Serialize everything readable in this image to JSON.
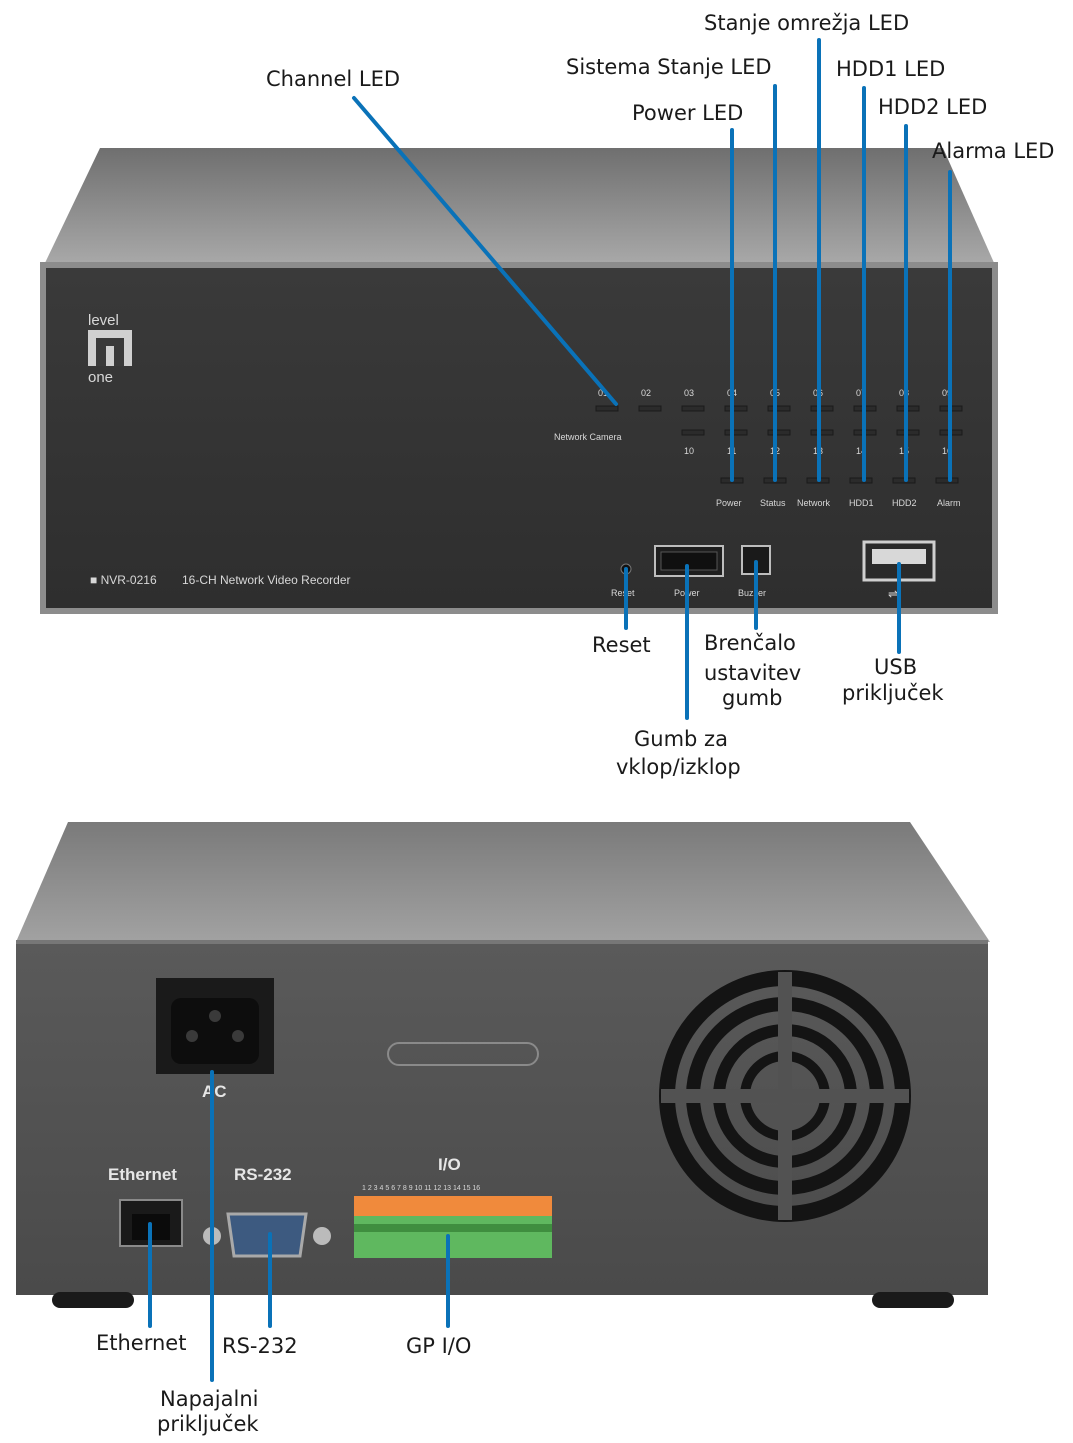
{
  "front": {
    "logo": {
      "top": "level",
      "bottom": "one"
    },
    "model": "NVR-0216",
    "model_desc": "16-CH Network Video Recorder",
    "network_camera_label": "Network Camera",
    "channels_top": [
      "01",
      "02",
      "03",
      "04",
      "05",
      "06",
      "07",
      "08",
      "09"
    ],
    "channels_bottom": [
      "10",
      "11",
      "12",
      "13",
      "14",
      "15",
      "16"
    ],
    "status_leds": [
      "Power",
      "Status",
      "Network",
      "HDD1",
      "HDD2",
      "Alarm"
    ],
    "buttons": {
      "reset": "Reset",
      "power": "Power",
      "buzzer": "Buzzer"
    },
    "usb_symbol": "⇌"
  },
  "rear": {
    "ac_label": "AC",
    "ethernet_label": "Ethernet",
    "rs232_label": "RS-232",
    "io_label": "I/O",
    "io_pins": "1 2 3 4 5 6 7 8 9 10 11 12 13 14 15 16"
  },
  "callouts": {
    "channel_led": "Channel LED",
    "power_led": "Power LED",
    "system_status_led": "Sistema Stanje LED",
    "network_status_led": "Stanje omrežja LED",
    "hdd1_led": "HDD1 LED",
    "hdd2_led": "HDD2 LED",
    "alarm_led": "Alarma LED",
    "reset": "Reset",
    "buzzer_stop": [
      "Brenčalo",
      "ustavitev",
      "gumb"
    ],
    "usb_port": [
      "USB",
      "priključek"
    ],
    "power_button": [
      "Gumb za",
      "vklop/izklop"
    ],
    "ethernet": "Ethernet",
    "rs232": "RS-232",
    "gpio": "GP I/O",
    "power_socket": [
      "Napajalni",
      "priključek"
    ]
  },
  "colors": {
    "leader": "#0a72b8",
    "panel": "#3c3c3c",
    "chassis_top": "#8f8f8f",
    "terminal": "#5fb85f",
    "terminal_pins": "#f08a3c"
  }
}
